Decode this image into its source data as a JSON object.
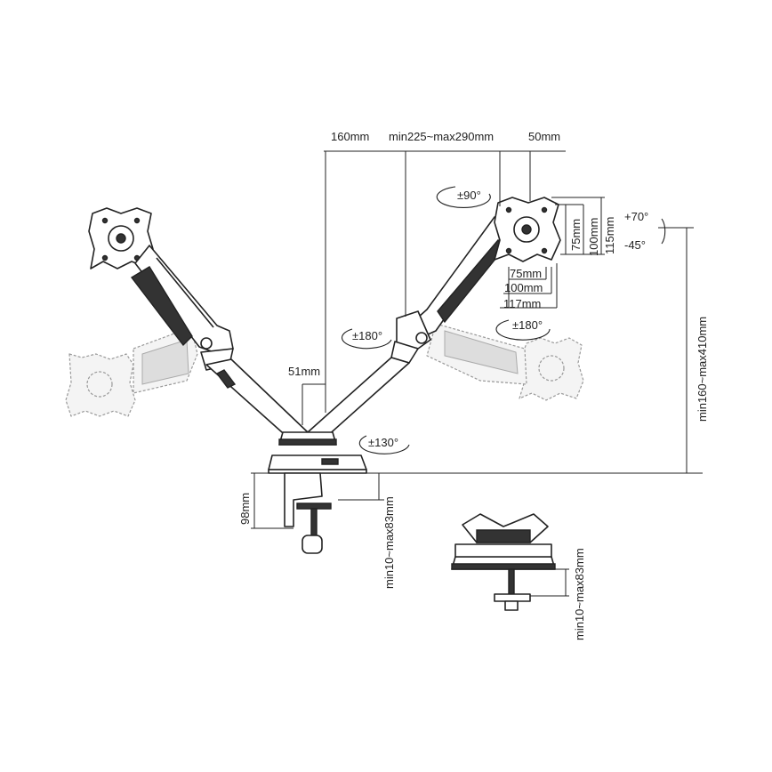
{
  "dimensions": {
    "arm_offset": "160mm",
    "arm_length": "min225~max290mm",
    "head_offset": "50mm",
    "post_gap": "51mm",
    "vesa_75": "75mm",
    "vesa_100": "100mm",
    "plate_117": "117mm",
    "plate_115": "115mm",
    "height_range": "min160~max410mm",
    "base_height": "98mm",
    "clamp_range": "min10~max83mm",
    "grommet_range": "min10~max83mm"
  },
  "rotations": {
    "rotate_90": "±90°",
    "tilt_up": "+70°",
    "tilt_down": "-45°",
    "swivel_head": "±180°",
    "swivel_elbow": "±180°",
    "swivel_base": "±130°"
  },
  "colors": {
    "line": "#222222",
    "ghost": "#999999"
  }
}
